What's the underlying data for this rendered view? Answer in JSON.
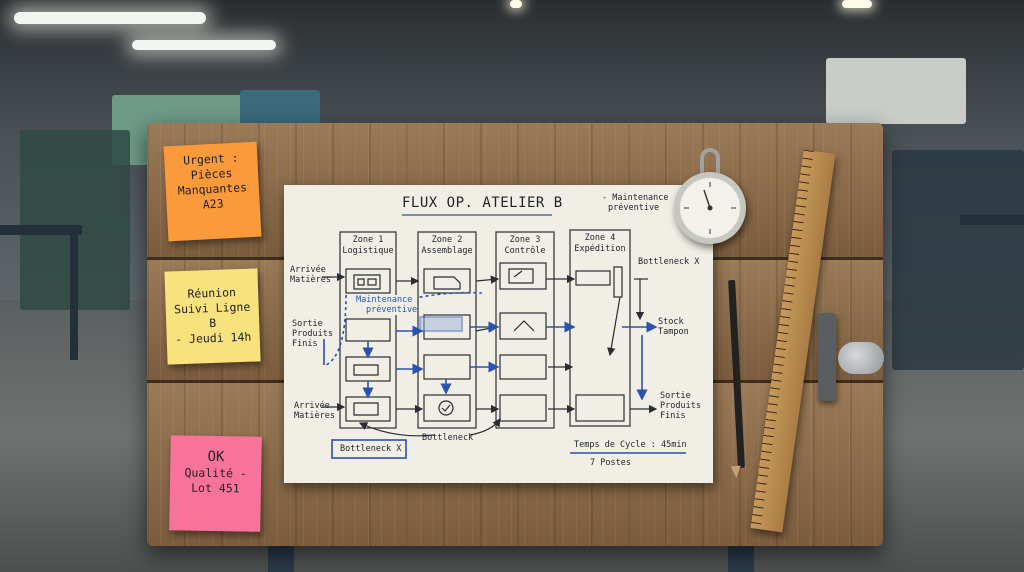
{
  "notes": {
    "orange": [
      "Urgent :",
      "Pièces",
      "Manquantes",
      "A23"
    ],
    "yellow": [
      "Réunion",
      "Suivi Ligne B",
      "- Jeudi 14h"
    ],
    "pink": [
      "OK",
      "Qualité -",
      "Lot 451"
    ]
  },
  "flowchart": {
    "title": "FLUX OP. ATELIER B",
    "maintenance_note": [
      "- Maintenance",
      "préventive"
    ],
    "zones": [
      [
        "Zone 1",
        "Logistique"
      ],
      [
        "Zone 2",
        "Assemblage"
      ],
      [
        "Zone 3",
        "Contrôle"
      ],
      [
        "Zone 4",
        "Expédition"
      ]
    ],
    "left_labels": {
      "arrivee_top": [
        "Arrivée",
        "Matières"
      ],
      "sortie": [
        "Sortie",
        "Produits",
        "Finis"
      ],
      "arrivee_bottom": [
        "Arrivée",
        "Matières"
      ]
    },
    "blue_note": [
      "Maintenance",
      "préventive"
    ],
    "right_labels": {
      "bottleneck_x_top": "Bottleneck X",
      "stock": [
        "Stock",
        "Tampon"
      ],
      "sortie": [
        "Sortie",
        "Produits",
        "Finis"
      ]
    },
    "bottleneck": "Bottleneck",
    "bottleneck_x_bottom": "Bottleneck X",
    "cycle_time": "Temps de Cycle : 45min",
    "postes": "7 Postes"
  }
}
